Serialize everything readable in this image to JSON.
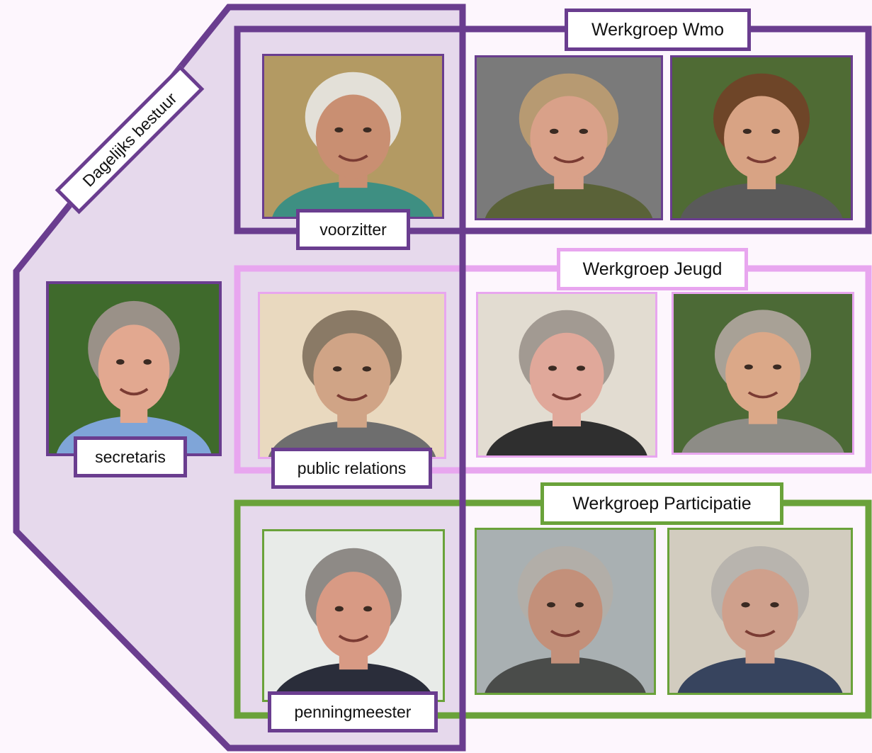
{
  "colors": {
    "purple": "#6a3d8f",
    "pink": "#e8a6ef",
    "green": "#6aa23a",
    "panel": "#e6d9ec",
    "background": "#fdf6fd"
  },
  "dagelijks_bestuur": {
    "title": "Dagelijks bestuur",
    "roles": {
      "chair": "voorzitter",
      "secretary": "secretaris",
      "pr": "public relations",
      "treasurer": "penningmeester"
    }
  },
  "werkgroepen": [
    {
      "title": "Werkgroep Wmo",
      "color": "#6a3d8f"
    },
    {
      "title": "Werkgroep Jeugd",
      "color": "#e8a6ef"
    },
    {
      "title": "Werkgroep Participatie",
      "color": "#6aa23a"
    }
  ],
  "photos": [
    {
      "name": "chair-photo",
      "bg": "#b39a63",
      "skin": "#c98f72",
      "hair": "#e3e0d8",
      "shirt": "#3e8f82"
    },
    {
      "name": "wmo-member-1-photo",
      "bg": "#7a7a7a",
      "skin": "#d9a189",
      "hair": "#b79a72",
      "shirt": "#5a6238"
    },
    {
      "name": "wmo-member-2-photo",
      "bg": "#4f6b34",
      "skin": "#d8a384",
      "hair": "#6e4528",
      "shirt": "#5a5a5a"
    },
    {
      "name": "secretary-photo",
      "bg": "#3f6a2c",
      "skin": "#e2a890",
      "hair": "#9a9188",
      "shirt": "#7fa5d8"
    },
    {
      "name": "pr-photo",
      "bg": "#e9d9bf",
      "skin": "#d0a486",
      "hair": "#8a7a66",
      "shirt": "#6e6e6e"
    },
    {
      "name": "jeugd-member-1-photo",
      "bg": "#e2dcd1",
      "skin": "#e0a89a",
      "hair": "#a29a92",
      "shirt": "#2f2f2f"
    },
    {
      "name": "jeugd-member-2-photo",
      "bg": "#4c6a36",
      "skin": "#dba888",
      "hair": "#a8a196",
      "shirt": "#8d8c86"
    },
    {
      "name": "treasurer-photo",
      "bg": "#e8ebe8",
      "skin": "#d89a84",
      "hair": "#8e8a86",
      "shirt": "#2a2d3a"
    },
    {
      "name": "participatie-member-1-photo",
      "bg": "#a9b0b2",
      "skin": "#c3907a",
      "hair": "#b2aea8",
      "shirt": "#4a4c4a"
    },
    {
      "name": "participatie-member-2-photo",
      "bg": "#d2ccbf",
      "skin": "#cfa08c",
      "hair": "#b8b4ae",
      "shirt": "#37445e"
    }
  ]
}
